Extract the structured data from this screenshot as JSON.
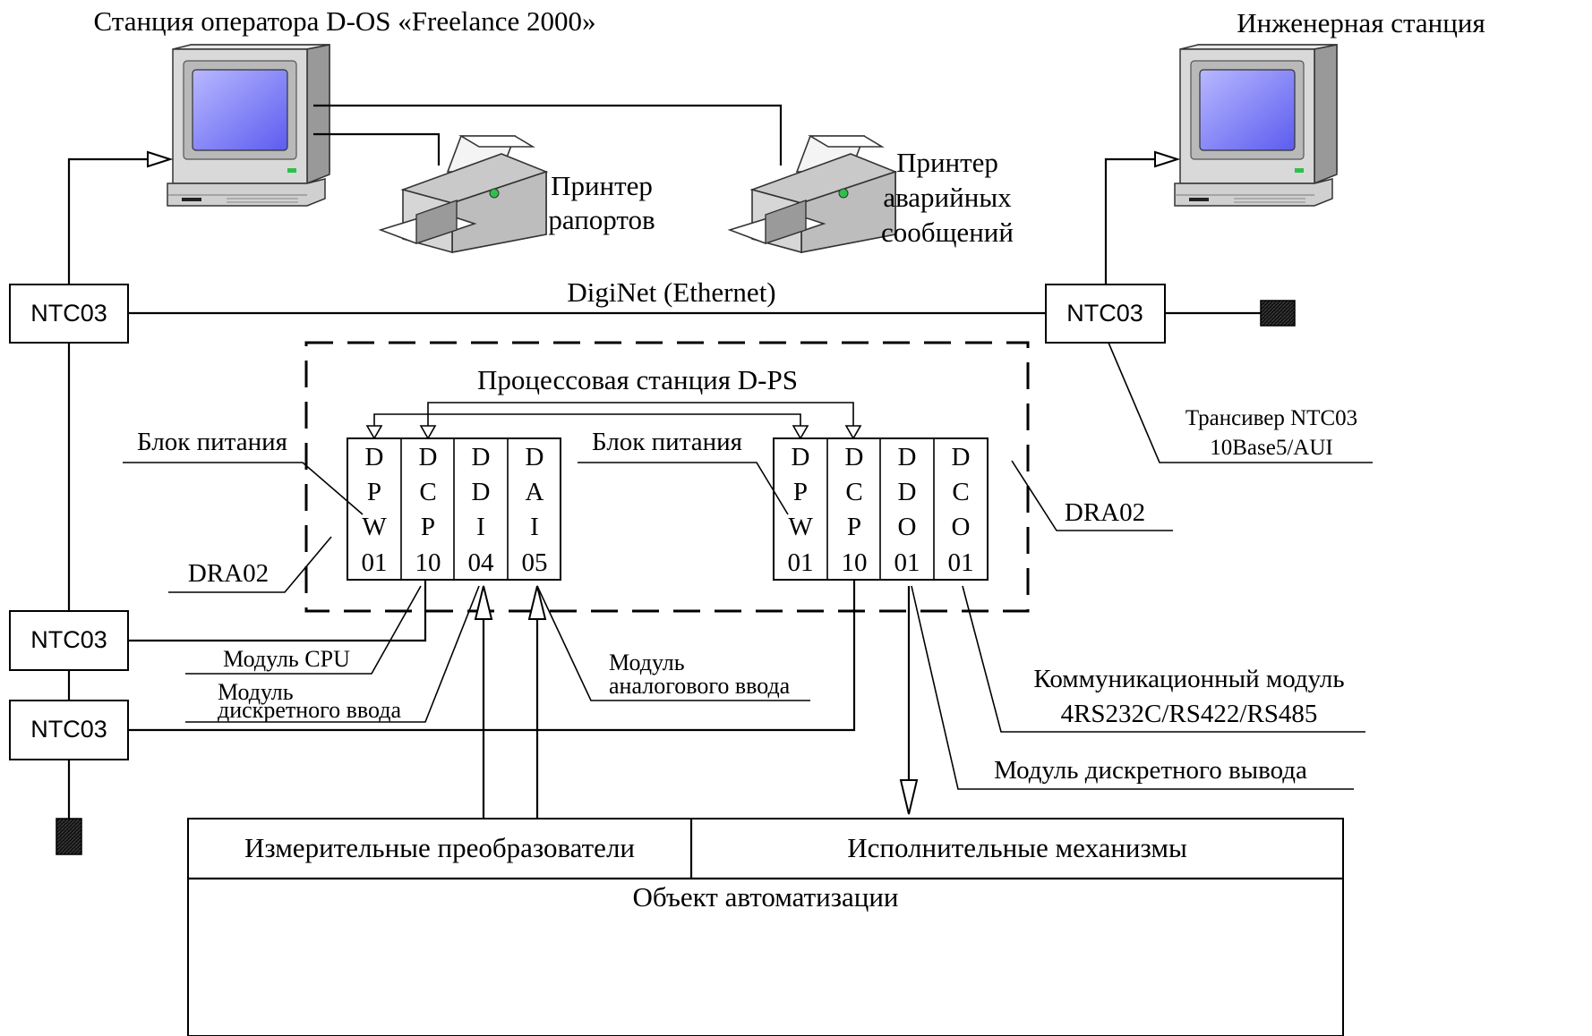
{
  "operator_station": {
    "title": "Станция оператора D-OS «Freelance 2000»"
  },
  "engineering_station": {
    "title": "Инженерная станция"
  },
  "printers": {
    "report": [
      "Принтер",
      "рапортов"
    ],
    "alarm": [
      "Принтер",
      "аварийных",
      "сообщений"
    ]
  },
  "network": {
    "label": "DigiNet (Ethernet)"
  },
  "ntc": {
    "label": "NTC03"
  },
  "transceiver": {
    "line1": "Трансивер NTC03",
    "line2": "10Base5/AUI"
  },
  "process_station": {
    "title": "Процессовая станция D-PS"
  },
  "rack_left": {
    "modules": [
      {
        "chars": [
          "D",
          "P",
          "W",
          "01"
        ]
      },
      {
        "chars": [
          "D",
          "C",
          "P",
          "10"
        ]
      },
      {
        "chars": [
          "D",
          "D",
          "I",
          "04"
        ]
      },
      {
        "chars": [
          "D",
          "A",
          "I",
          "05"
        ]
      }
    ]
  },
  "rack_right": {
    "modules": [
      {
        "chars": [
          "D",
          "P",
          "W",
          "01"
        ]
      },
      {
        "chars": [
          "D",
          "C",
          "P",
          "10"
        ]
      },
      {
        "chars": [
          "D",
          "D",
          "O",
          "01"
        ]
      },
      {
        "chars": [
          "D",
          "C",
          "O",
          "01"
        ]
      }
    ]
  },
  "labels": {
    "power_left": "Блок питания",
    "power_right": "Блок питания",
    "dra_left": "DRA02",
    "dra_right": "DRA02",
    "cpu_module": "Модуль CPU",
    "di_module": [
      "Модуль",
      "дискретного ввода"
    ],
    "ai_module": [
      "Модуль",
      "аналогового ввода"
    ],
    "comm_module": [
      "Коммуникационный модуль",
      "4RS232C/RS422/RS485"
    ],
    "do_module": "Модуль дискретного вывода"
  },
  "bottom": {
    "sensors": "Измерительные преобразователи",
    "actuators": "Исполнительные механизмы",
    "object": "Объект автоматизации"
  },
  "icons": {
    "operator_pc": "computer-icon",
    "engineering_pc": "computer-icon",
    "report_printer": "printer-icon",
    "alarm_printer": "printer-icon",
    "terminator": "terminator-icon"
  }
}
